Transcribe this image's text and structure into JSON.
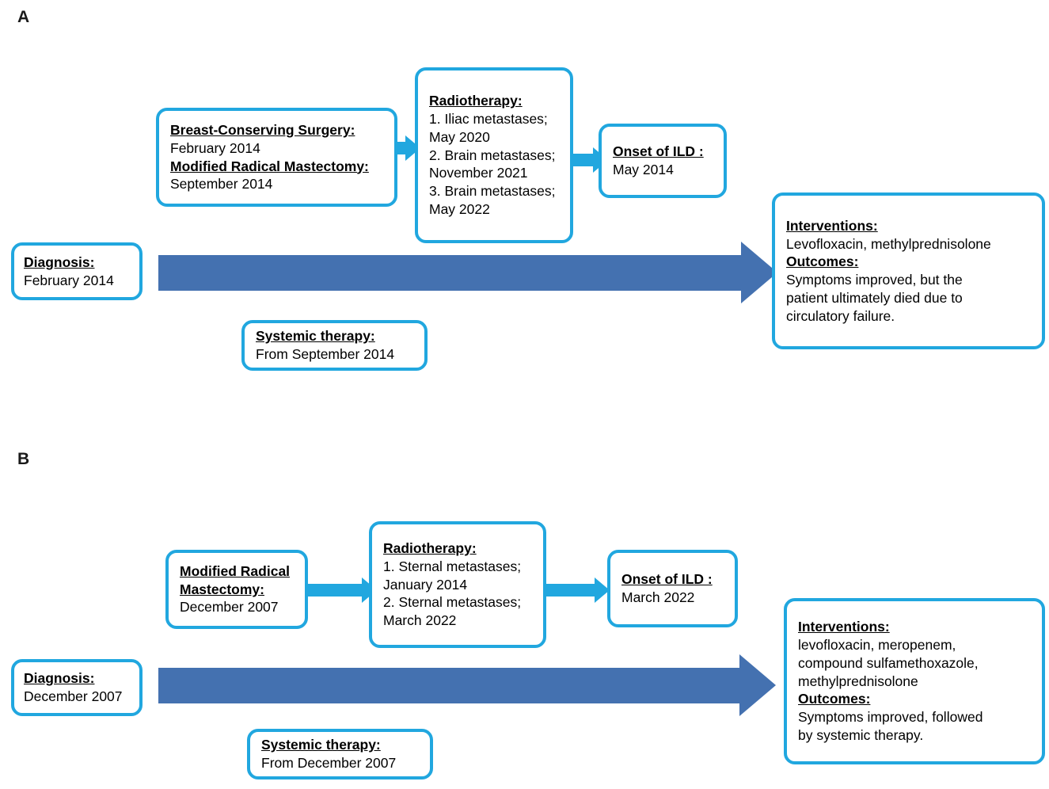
{
  "figure": {
    "type": "clinical-timeline-diagram",
    "accent_border_color": "#21A7DF",
    "timeline_arrow_color": "#4471B0",
    "background_color": "#FFFFFF"
  },
  "panels": [
    {
      "label": "A",
      "boxes": {
        "surgery": {
          "heading1": "Breast-Conserving Surgery:",
          "date1": "February 2014",
          "heading2": "Modified Radical Mastectomy:",
          "date2": "September 2014"
        },
        "radiotherapy": {
          "heading": "Radiotherapy:",
          "items": [
            "1. Iliac metastases;",
            "May 2020",
            "2. Brain metastases;",
            "November 2021",
            "3. Brain metastases;",
            "May 2022"
          ]
        },
        "onset": {
          "heading": "Onset of ILD :",
          "date": "May 2014"
        },
        "diagnosis": {
          "heading": "Diagnosis:",
          "date": "February 2014"
        },
        "systemic": {
          "heading": "Systemic therapy:",
          "date": "From September 2014"
        },
        "interventions": {
          "heading1": "Interventions:",
          "text1": "Levofloxacin, methylprednisolone",
          "heading2": "Outcomes:",
          "outcome_lines": [
            "Symptoms improved, but the",
            "patient ultimately died due to",
            "circulatory failure."
          ]
        }
      }
    },
    {
      "label": "B",
      "boxes": {
        "surgery": {
          "heading_line1": "Modified Radical",
          "heading_line2": "Mastectomy:",
          "date": "December 2007"
        },
        "radiotherapy": {
          "heading": "Radiotherapy:",
          "items": [
            "1. Sternal metastases;",
            "January 2014",
            "2. Sternal metastases;",
            "March 2022"
          ]
        },
        "onset": {
          "heading": "Onset of ILD :",
          "date": "March 2022"
        },
        "diagnosis": {
          "heading": "Diagnosis:",
          "date": "December 2007"
        },
        "systemic": {
          "heading": "Systemic therapy:",
          "date": "From December 2007"
        },
        "interventions": {
          "heading1": "Interventions:",
          "intervention_lines": [
            "levofloxacin, meropenem,",
            "compound sulfamethoxazole,",
            "methylprednisolone"
          ],
          "heading2": "Outcomes:",
          "outcome_lines": [
            "Symptoms improved, followed",
            "by systemic therapy."
          ]
        }
      }
    }
  ]
}
